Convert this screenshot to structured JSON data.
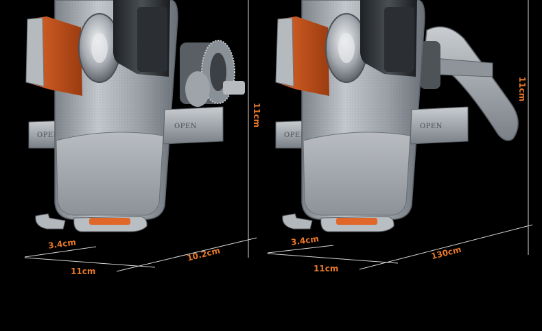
{
  "left_product": {
    "button_text_main": "OPEN",
    "button_text_side": "OPEN",
    "dimensions": {
      "depth": "3.4cm",
      "width": "11cm",
      "length": "10.2cm",
      "height": "11cm"
    }
  },
  "right_product": {
    "button_text_main": "OPEN",
    "button_text_side": "OPEN",
    "dimensions": {
      "depth": "3.4cm",
      "width": "11cm",
      "length": "130cm",
      "height": "11cm"
    }
  },
  "colors": {
    "background": "#000000",
    "dimension_text": "#e8782a",
    "dimension_line": "#d8d8d8",
    "accent_orange": "#d4581c",
    "body_silver": "#a9aeb4"
  }
}
